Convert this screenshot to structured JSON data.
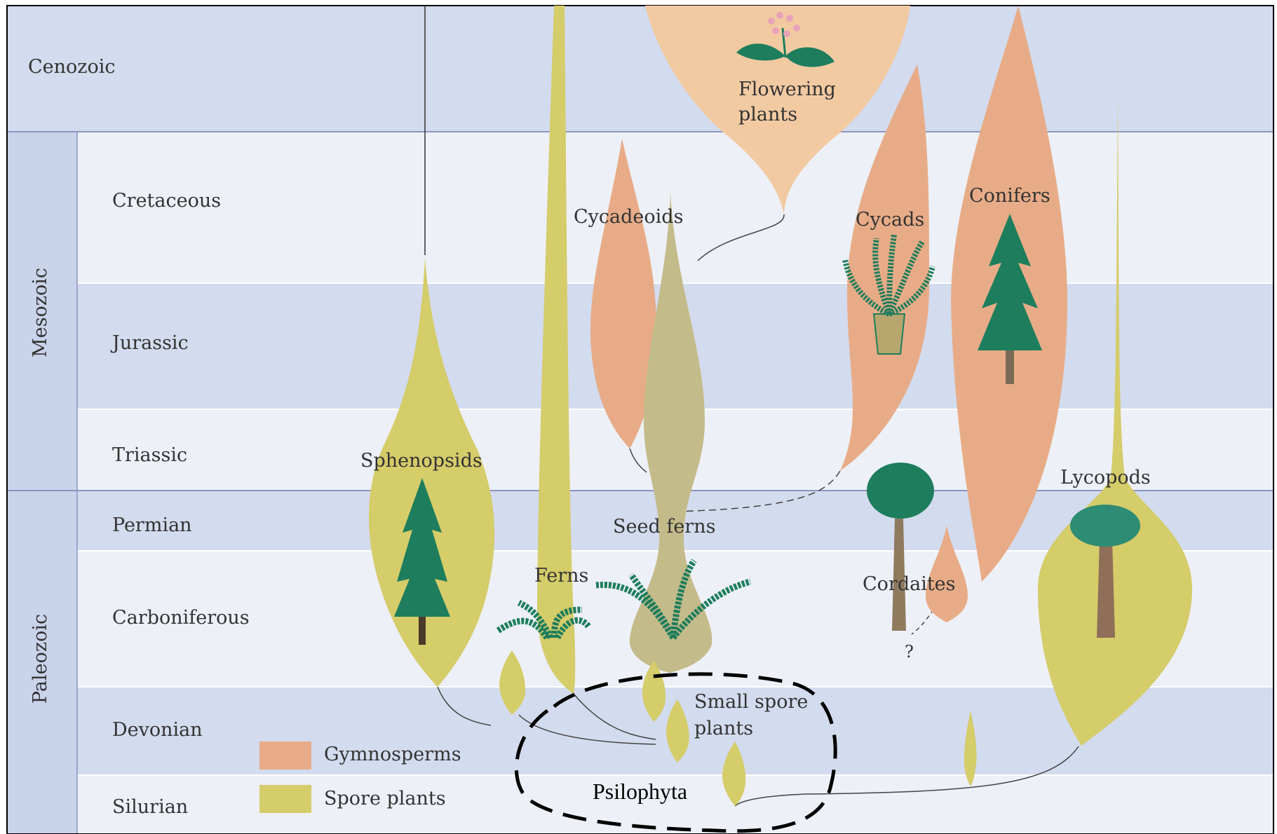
{
  "eras": {
    "cenozoic": "Cenozoic",
    "mesozoic": "Mesozoic",
    "paleozoic": "Paleozoic"
  },
  "periods": {
    "cretaceous": "Cretaceous",
    "jurassic": "Jurassic",
    "triassic": "Triassic",
    "permian": "Permian",
    "carboniferous": "Carboniferous",
    "devonian": "Devonian",
    "silurian": "Silurian"
  },
  "groups": {
    "flowering_1": "Flowering",
    "flowering_2": "plants",
    "cycadeoids": "Cycadeoids",
    "cycads": "Cycads",
    "conifers": "Conifers",
    "sphenopsids": "Sphenopsids",
    "lycopods": "Lycopods",
    "seed_ferns": "Seed ferns",
    "ferns": "Ferns",
    "cordaites": "Cordaites",
    "question": "?",
    "small_spore_1": "Small spore",
    "small_spore_2": "plants",
    "psilophyta": "Psilophyta"
  },
  "legend": {
    "gymnosperms": "Gymnosperms",
    "spore_plants": "Spore plants"
  },
  "colors": {
    "band_dark": "#d3dbee",
    "band_light": "#edf0f7",
    "era_column": "#c9d3ea",
    "divider": "#8a96bf",
    "gymnosperm": "#e7ac87",
    "spore": "#d5cc6a",
    "flowering": "#f2caa2",
    "seed_fern": "#c4bb8a",
    "tree_green": "#1e7d5c"
  }
}
